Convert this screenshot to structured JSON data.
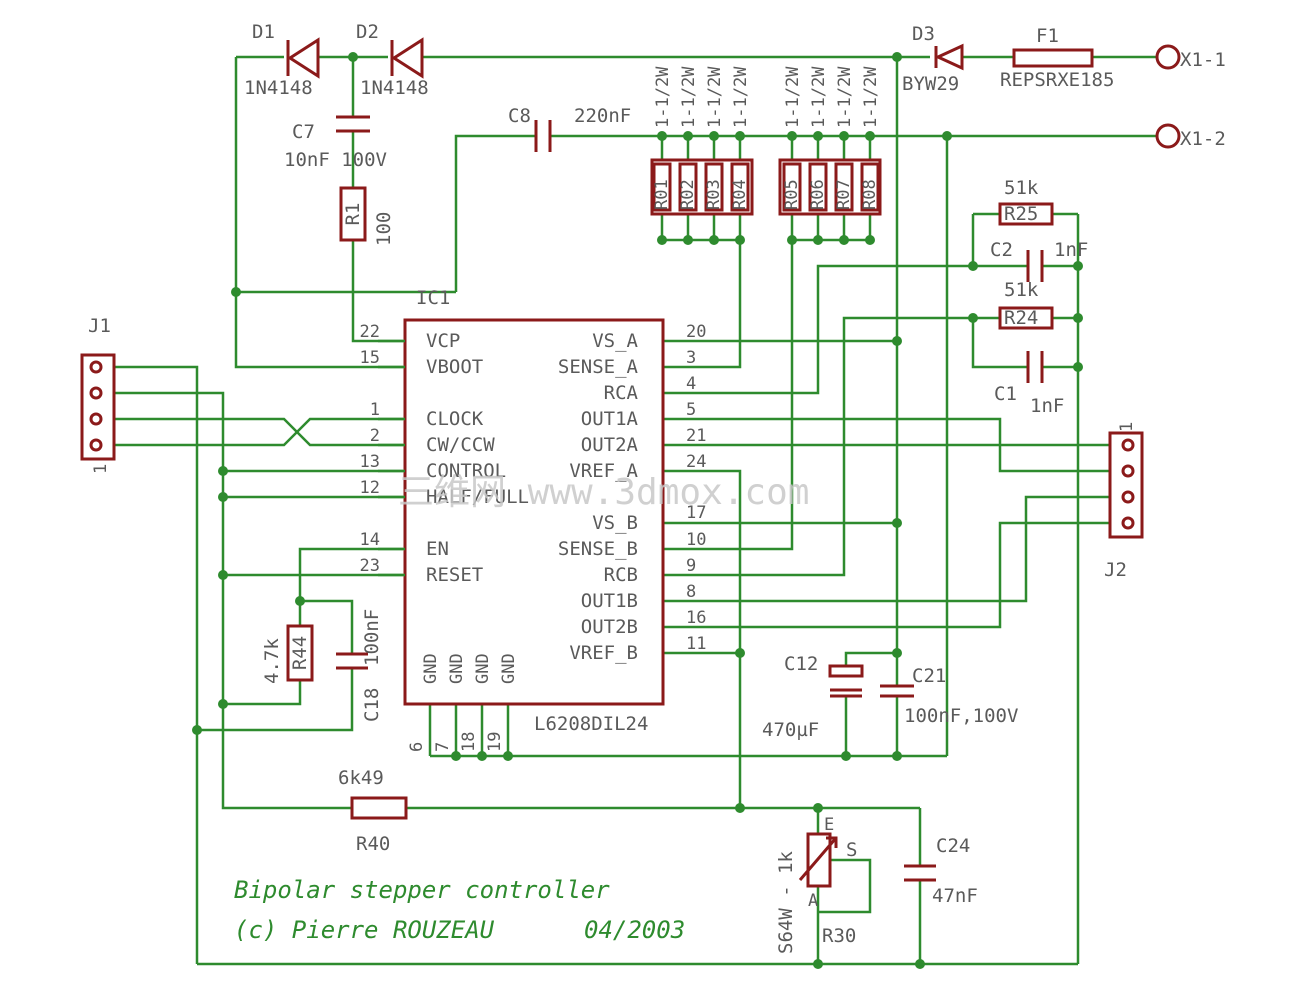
{
  "title": {
    "line1": "Bipolar stepper controller",
    "line2": "(c) Pierre ROUZEAU",
    "date": "04/2003"
  },
  "watermark": "三维网 www.3dmox.com",
  "ic": {
    "name": "IC1",
    "value": "L6208DIL24",
    "left_pins": [
      {
        "num": "22",
        "name": "VCP"
      },
      {
        "num": "15",
        "name": "VBOOT"
      },
      {
        "num": "1",
        "name": "CLOCK"
      },
      {
        "num": "2",
        "name": "CW/CCW"
      },
      {
        "num": "13",
        "name": "CONTROL"
      },
      {
        "num": "12",
        "name": "HALF/FULL"
      },
      {
        "num": "14",
        "name": "EN"
      },
      {
        "num": "23",
        "name": "RESET"
      }
    ],
    "right_pins": [
      {
        "num": "20",
        "name": "VS_A"
      },
      {
        "num": "3",
        "name": "SENSE_A"
      },
      {
        "num": "4",
        "name": "RCA"
      },
      {
        "num": "5",
        "name": "OUT1A"
      },
      {
        "num": "21",
        "name": "OUT2A"
      },
      {
        "num": "24",
        "name": "VREF_A"
      },
      {
        "num": "",
        "name": "VS_B"
      },
      {
        "num": "17",
        "name": ""
      },
      {
        "num": "10",
        "name": "SENSE_B"
      },
      {
        "num": "9",
        "name": "RCB"
      },
      {
        "num": "8",
        "name": "OUT1B"
      },
      {
        "num": "16",
        "name": "OUT2B"
      },
      {
        "num": "11",
        "name": "VREF_B"
      }
    ],
    "gnd_pins": [
      {
        "num": "6",
        "name": "GND"
      },
      {
        "num": "7",
        "name": "GND"
      },
      {
        "num": "18",
        "name": "GND"
      },
      {
        "num": "19",
        "name": "GND"
      }
    ]
  },
  "components": {
    "D1": {
      "name": "D1",
      "value": "1N4148"
    },
    "D2": {
      "name": "D2",
      "value": "1N4148"
    },
    "D3": {
      "name": "D3",
      "value": "BYW29"
    },
    "F1": {
      "name": "F1",
      "value": "REPSRXE185"
    },
    "C7": {
      "name": "C7",
      "value": "10nF 100V"
    },
    "C8": {
      "name": "C8",
      "value": "220nF"
    },
    "R1": {
      "name": "R1",
      "value": "100"
    },
    "R25": {
      "name": "R25",
      "value": "51k"
    },
    "R24": {
      "name": "R24",
      "value": "51k"
    },
    "C2": {
      "name": "C2",
      "value": "1nF"
    },
    "C1": {
      "name": "C1",
      "value": "1nF"
    },
    "R44": {
      "name": "R44",
      "value": "4.7k"
    },
    "C18": {
      "name": "C18",
      "value": "100nF"
    },
    "R40": {
      "name": "R40",
      "value": "6k49"
    },
    "C12": {
      "name": "C12",
      "value": "470µF"
    },
    "C21": {
      "name": "C21",
      "value": "100nF,100V"
    },
    "C24": {
      "name": "C24",
      "value": "47nF"
    },
    "R30": {
      "name": "R30",
      "value": "S64W - 1k"
    },
    "R30pins": {
      "e": "E",
      "a": "A",
      "s": "S"
    },
    "J1": {
      "name": "J1",
      "pin1": "1"
    },
    "J2": {
      "name": "J2",
      "pin1": "1"
    },
    "X11": {
      "name": "X1-1"
    },
    "X12": {
      "name": "X1-2"
    }
  },
  "sense_resistors": [
    {
      "name": "R01",
      "value": "1-1/2W"
    },
    {
      "name": "R02",
      "value": "1-1/2W"
    },
    {
      "name": "R03",
      "value": "1-1/2W"
    },
    {
      "name": "R04",
      "value": "1-1/2W"
    },
    {
      "name": "R05",
      "value": "1-1/2W"
    },
    {
      "name": "R06",
      "value": "1-1/2W"
    },
    {
      "name": "R07",
      "value": "1-1/2W"
    },
    {
      "name": "R08",
      "value": "1-1/2W"
    }
  ],
  "colors": {
    "wire": "#2e8b2e",
    "part": "#8b1a1a",
    "label": "#5a5a5a",
    "title": "#2e8b2e"
  }
}
